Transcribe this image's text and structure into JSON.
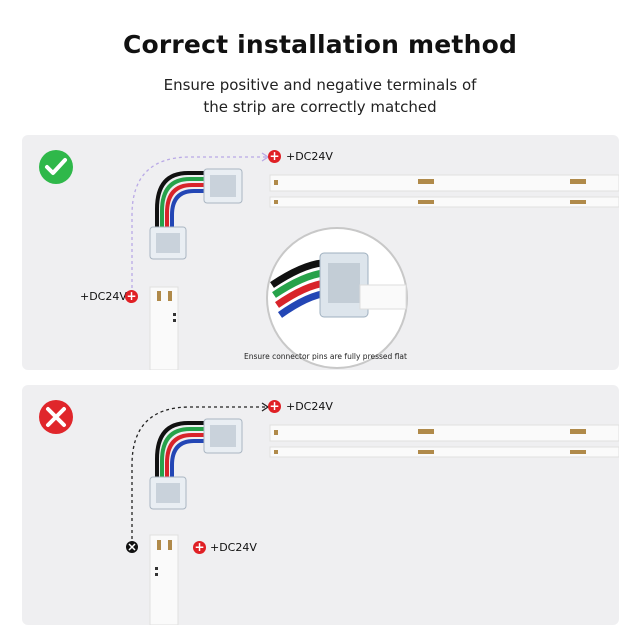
{
  "heading": {
    "title": "Correct installation method",
    "subtitle_line1": "Ensure positive and negative terminals of",
    "subtitle_line2": "the strip are correctly matched"
  },
  "correct_panel": {
    "status_icon": "checkmark-icon",
    "status_color": "#2fb84a",
    "label_top": "+DC24V",
    "label_left": "+DC24V",
    "zoom_note": "Ensure connector pins are fully pressed flat"
  },
  "wrong_panel": {
    "status_icon": "cross-icon",
    "status_color": "#e0262b",
    "label_top": "+DC24V",
    "label_left": "+DC24V"
  },
  "colors": {
    "panel_bg": "#efeff1",
    "positive_badge": "#e02025",
    "wire_red": "#d8232a",
    "wire_green": "#27a24a",
    "wire_blue": "#2346b5",
    "wire_black": "#111111",
    "dashed_correct": "#b9a9e6",
    "dashed_wrong": "#222222"
  },
  "badges": {
    "plus": "+"
  }
}
